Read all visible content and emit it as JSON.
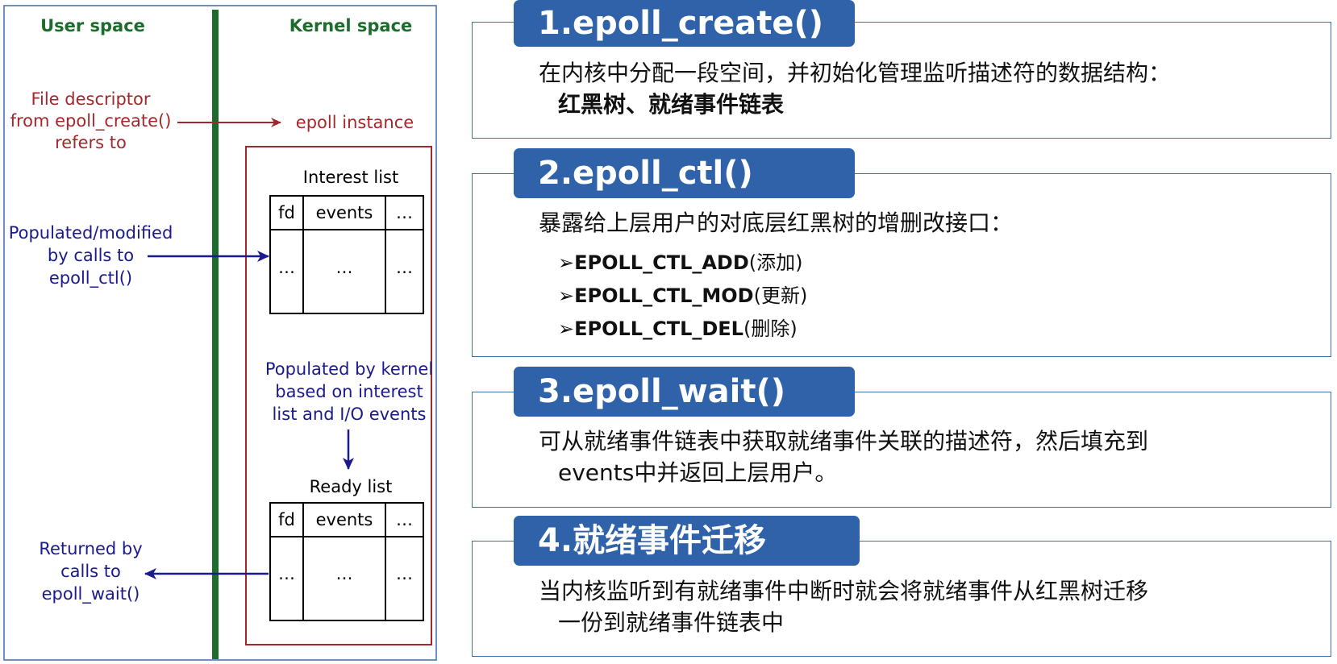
{
  "diagram": {
    "user_space": "User space",
    "kernel_space": "Kernel space",
    "fd_note": [
      "File descriptor",
      "from epoll_create()",
      "refers to"
    ],
    "epoll_instance": "epoll instance",
    "interest_list": "Interest list",
    "populated_modified": [
      "Populated/modified",
      "by calls to",
      "epoll_ctl()"
    ],
    "populated_kernel": [
      "Populated by kernel",
      "based on interest",
      "list and I/O events"
    ],
    "ready_list": "Ready list",
    "returned_by": [
      "Returned by",
      "calls to",
      "epoll_wait()"
    ],
    "col_fd": "fd",
    "col_events": "events",
    "col_more": "…",
    "cell_more": "…",
    "colors": {
      "green": "#1e6b2e",
      "red": "#a4282b",
      "blue": "#1a1a8c"
    }
  },
  "sections": [
    {
      "title": "1.epoll_create()",
      "lines": [
        "在内核中分配一段空间，并初始化管理监听描述符的数据结构：",
        "红黑树、就绪事件链表"
      ]
    },
    {
      "title": "2.epoll_ctl()",
      "intro": "暴露给上层用户的对底层红黑树的增删改接口：",
      "items": [
        {
          "name": "EPOLL_CTL_ADD",
          "note": "(添加)"
        },
        {
          "name": "EPOLL_CTL_MOD",
          "note": "(更新)"
        },
        {
          "name": "EPOLL_CTL_DEL",
          "note": "(删除)"
        }
      ],
      "bullet": "➢"
    },
    {
      "title": "3.epoll_wait()",
      "lines": [
        "可从就绪事件链表中获取就绪事件关联的描述符，然后填充到",
        "events中并返回上层用户。"
      ]
    },
    {
      "title": "4.就绪事件迁移",
      "lines": [
        "当内核监听到有就绪事件中断时就会将就绪事件从红黑树迁移",
        "一份到就绪事件链表中"
      ]
    }
  ],
  "theme": {
    "accent": "#2f62a8",
    "panel_border": "#3f6ea8"
  }
}
